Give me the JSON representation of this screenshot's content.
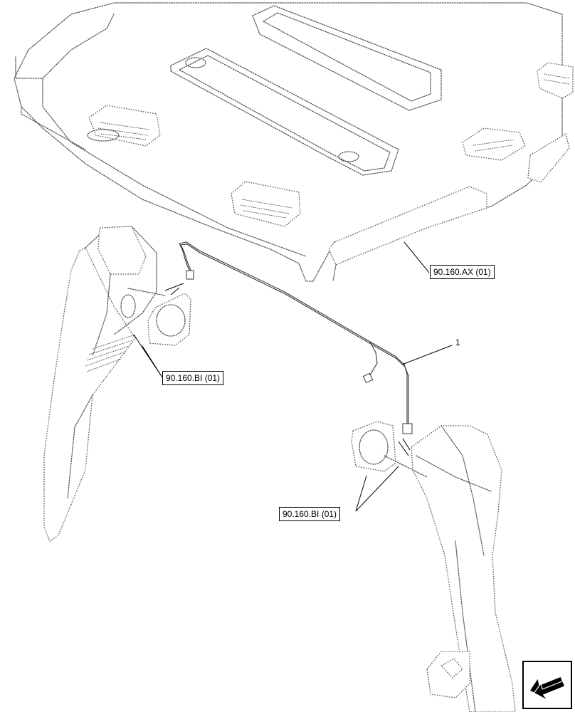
{
  "references": {
    "roof_liner": "90.160.AX (01)",
    "speaker_left": "90.160.BI (01)",
    "speaker_right": "90.160.BI (01)"
  },
  "callouts": {
    "harness": "1"
  },
  "navigation": {
    "icon": "arrow-down-left-icon"
  }
}
